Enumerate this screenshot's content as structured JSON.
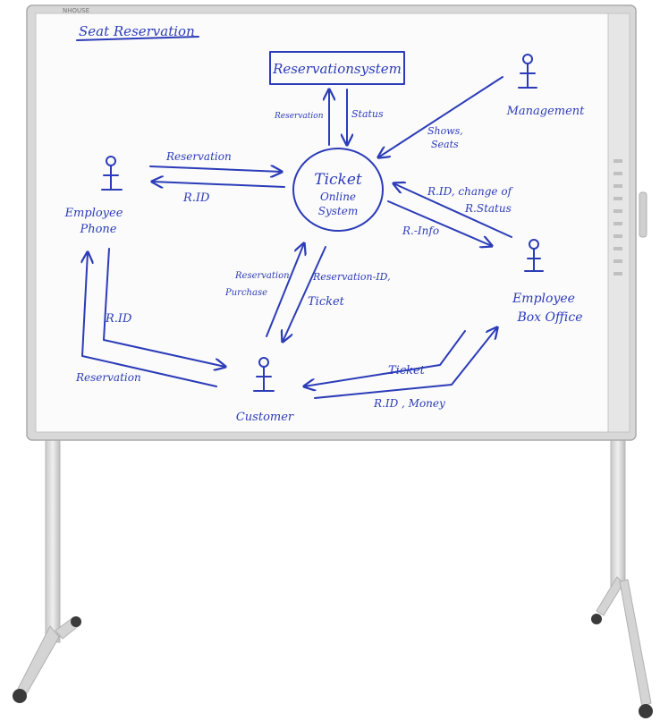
{
  "board": {
    "brand": "NHOUSE"
  },
  "diagram": {
    "title": "Seat Reservation",
    "nodes": {
      "reservation_system": "Reservationsystem",
      "ticket_system_line1": "Ticket",
      "ticket_system_line2": "Online",
      "ticket_system_line3": "System",
      "employee_phone_line1": "Employee",
      "employee_phone_line2": "Phone",
      "management": "Management",
      "employee_box_office_line1": "Employee",
      "employee_box_office_line2": "Box Office",
      "customer": "Customer"
    },
    "edge_labels": {
      "reservation_to_system": "Reservation",
      "status_from_system": "Status",
      "shows_line1": "Shows,",
      "shows_line2": "Seats",
      "reservation_phone": "Reservation",
      "rid_phone": "R.ID",
      "rid_change_line1": "R.ID, change of",
      "rid_change_line2": "R.Status",
      "r_info": "R.-Info",
      "reservation_purchase_line1": "Reservation",
      "reservation_purchase_line2": "Purchase",
      "reservation_id_line1": "Reservation-ID,",
      "reservation_id_line2": "Ticket",
      "rid_customer": "R.ID",
      "reservation_customer": "Reservation",
      "ticket_box": "Ticket",
      "rid_money": "R.ID ,  Money"
    }
  }
}
